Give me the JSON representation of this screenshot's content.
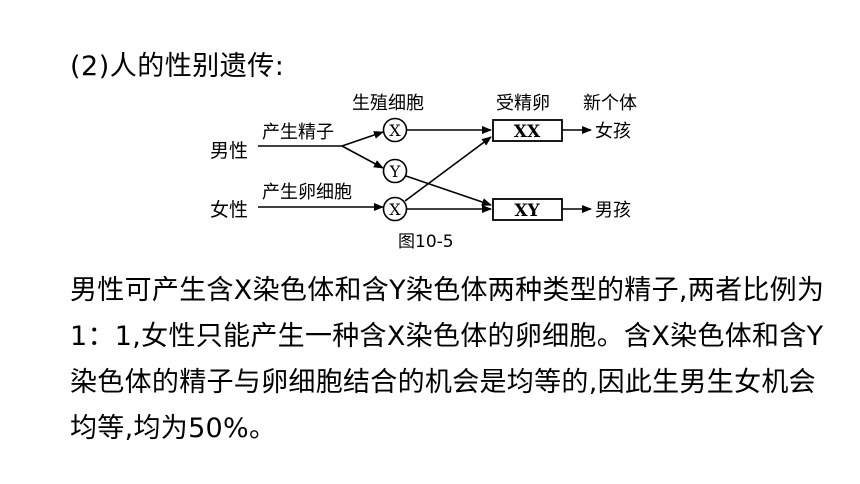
{
  "heading": "(2)人的性别遗传:",
  "diagram": {
    "column_labels": {
      "gametes": "生殖细胞",
      "zygote": "受精卵",
      "offspring": "新个体"
    },
    "parents": {
      "male": "男性",
      "female": "女性"
    },
    "processes": {
      "male": "产生精子",
      "female": "产生卵细胞"
    },
    "gametes": {
      "sperm_x": "X",
      "sperm_y": "Y",
      "egg_x": "X"
    },
    "zygotes": {
      "xx": "XX",
      "xy": "XY"
    },
    "offspring": {
      "girl": "女孩",
      "boy": "男孩"
    }
  },
  "caption": "图10-5",
  "paragraph_lines": [
    "男性可产生含X染色体和含Y染色体两种类型的精子,两者比例为",
    "1：1,女性只能产生一种含X染色体的卵细胞。含X染色体和含Y",
    "染色体的精子与卵细胞结合的机会是均等的,因此生男生女机会",
    "均等,均为50%。"
  ]
}
